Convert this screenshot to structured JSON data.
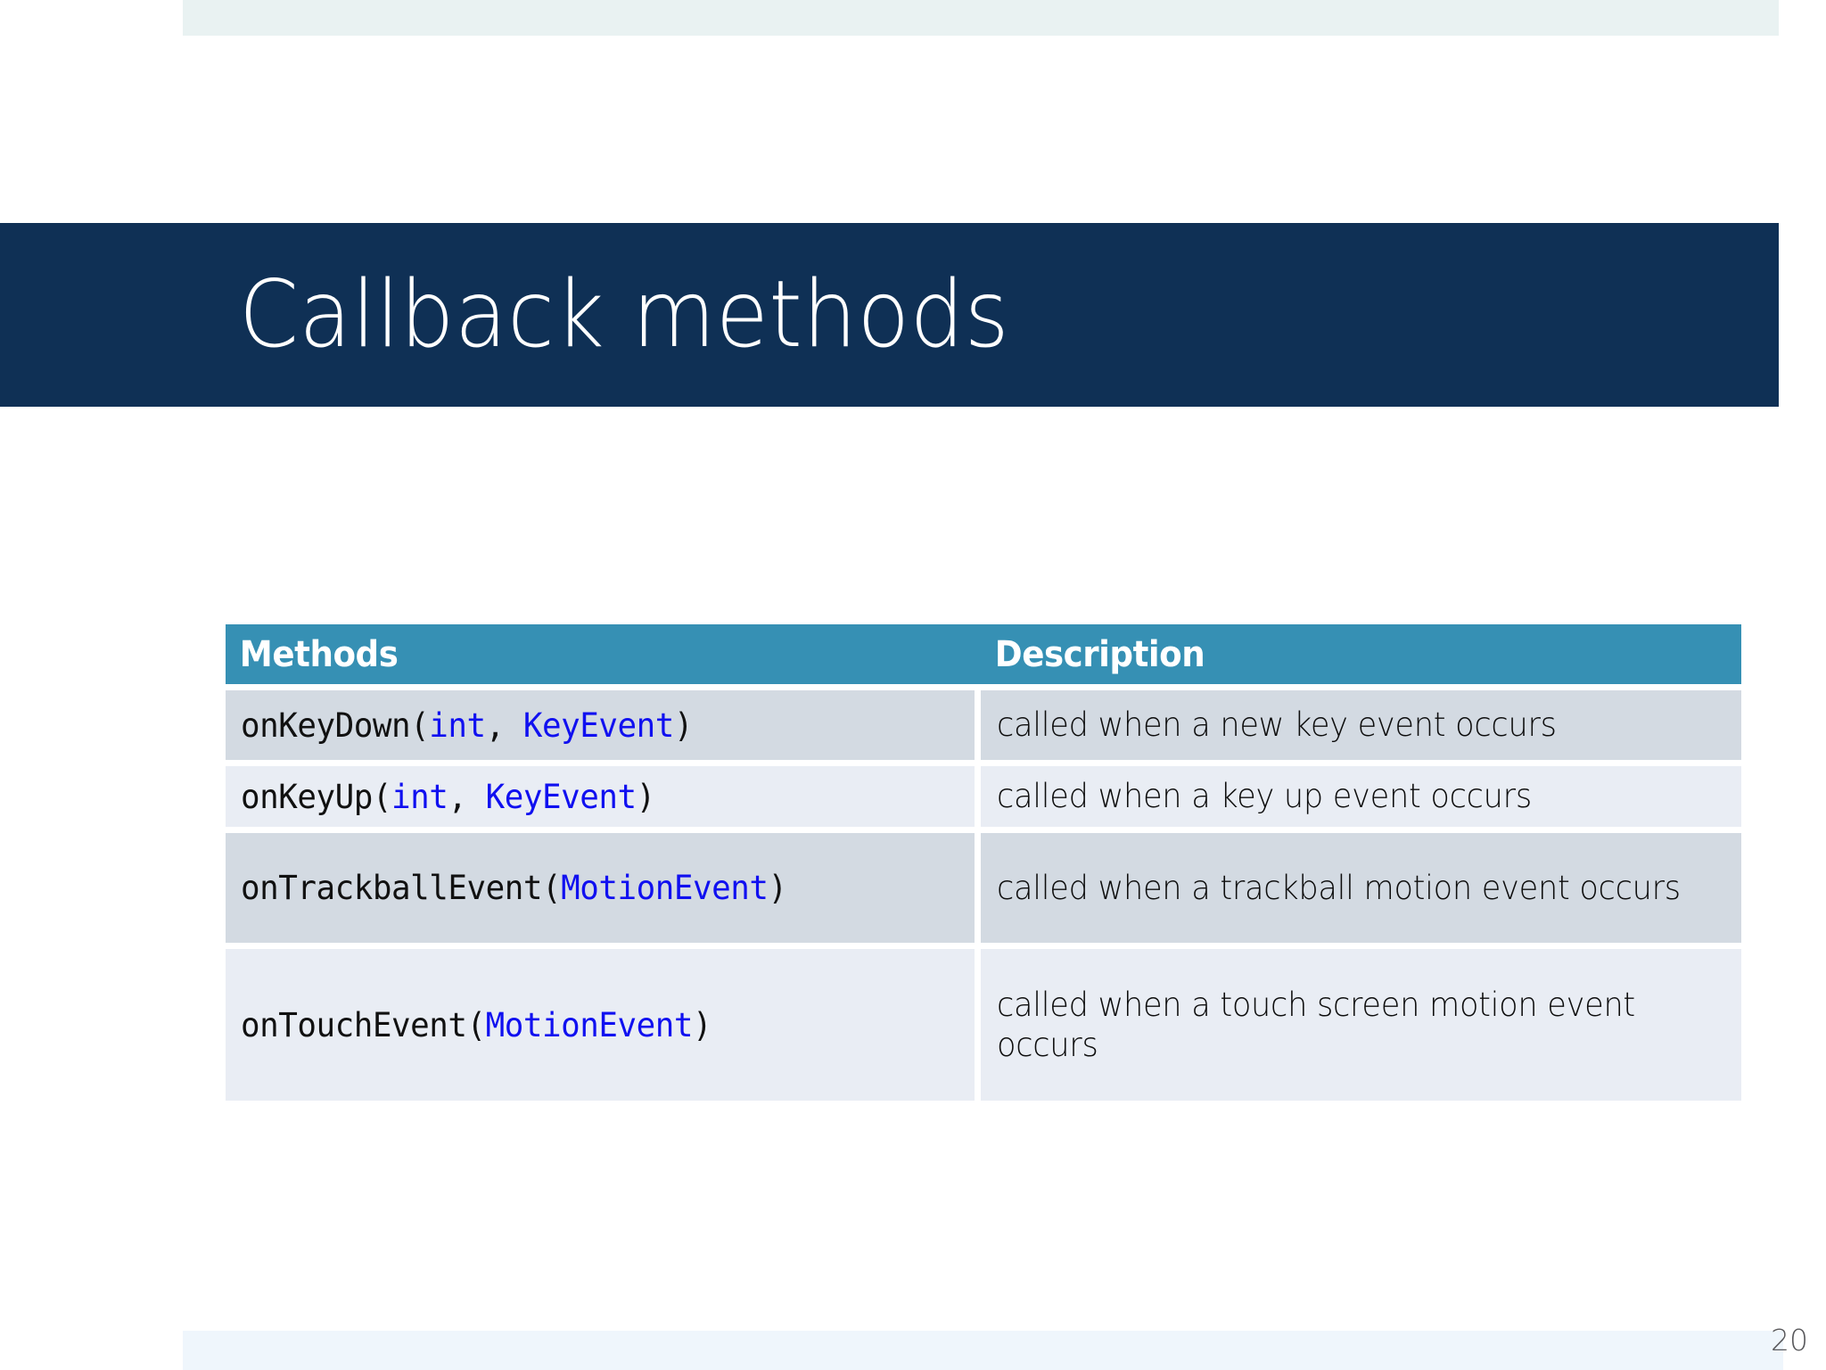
{
  "slide": {
    "title": "Callback methods",
    "page_number": "20",
    "colors": {
      "banner_navy": "#0f3055",
      "table_header_teal": "#3690b4",
      "row_odd_bg": "#d3dae2",
      "row_even_bg": "#e9edf4",
      "strip_top": "#e9f2f2",
      "strip_bottom": "#eff6fc",
      "param_blue": "#1010f0",
      "page_number_gray": "#59595c"
    }
  },
  "table": {
    "headers": {
      "methods": "Methods",
      "description": "Description"
    },
    "rows": [
      {
        "method_prefix": "onKeyDown(",
        "method_param1": "int",
        "method_sep": ", ",
        "method_param2": "KeyEvent",
        "method_suffix": ")",
        "method_plain": "onKeyDown(int, KeyEvent)",
        "description": "called when a new key event occurs"
      },
      {
        "method_prefix": "onKeyUp(",
        "method_param1": "int",
        "method_sep": ", ",
        "method_param2": "KeyEvent",
        "method_suffix": ")",
        "method_plain": "onKeyUp(int, KeyEvent)",
        "description": "called when a key up event occurs"
      },
      {
        "method_prefix": "onTrackballEvent(",
        "method_param1": "MotionEvent",
        "method_sep": "",
        "method_param2": "",
        "method_suffix": ")",
        "method_plain": "onTrackballEvent(MotionEvent)",
        "description": "called when a trackball motion event occurs"
      },
      {
        "method_prefix": "onTouchEvent(",
        "method_param1": "MotionEvent",
        "method_sep": "",
        "method_param2": "",
        "method_suffix": ")",
        "method_plain": "onTouchEvent(MotionEvent)",
        "description": "called when a touch screen motion event occurs"
      }
    ]
  }
}
